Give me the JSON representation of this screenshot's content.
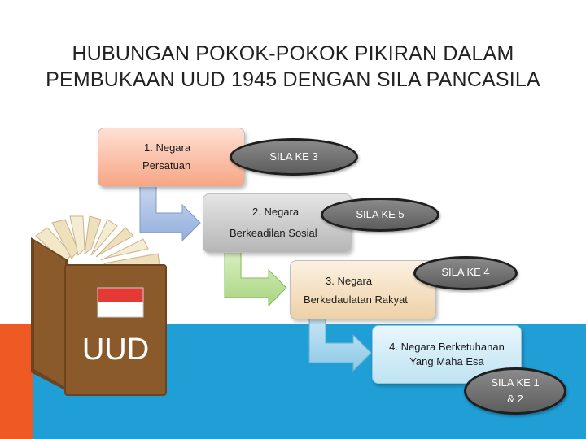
{
  "title": {
    "line1": "HUBUNGAN POKOK-POKOK PIKIRAN DALAM",
    "line2": "PEMBUKAAN UUD 1945 DENGAN SILA PANCASILA"
  },
  "book": {
    "label": "UUD"
  },
  "steps": [
    {
      "line1": "1. Negara",
      "line2": "Persatuan",
      "sila": "SILA KE 3"
    },
    {
      "line1": "2. Negara",
      "line2": "Berkeadilan Sosial",
      "sila": "SILA KE 5"
    },
    {
      "line1": "3. Negara",
      "line2": "Berkedaulatan Rakyat",
      "sila": "SILA KE 4"
    },
    {
      "line1": "4. Negara Berketuhanan",
      "line2": "Yang Maha Esa",
      "sila_line1": "SILA KE  1",
      "sila_line2": "& 2"
    }
  ],
  "colors": {
    "blue_band": "#1f9fd6",
    "orange_band": "#ef5a24",
    "book_cover": "#8b5a2b",
    "flag_red": "#e53935"
  }
}
